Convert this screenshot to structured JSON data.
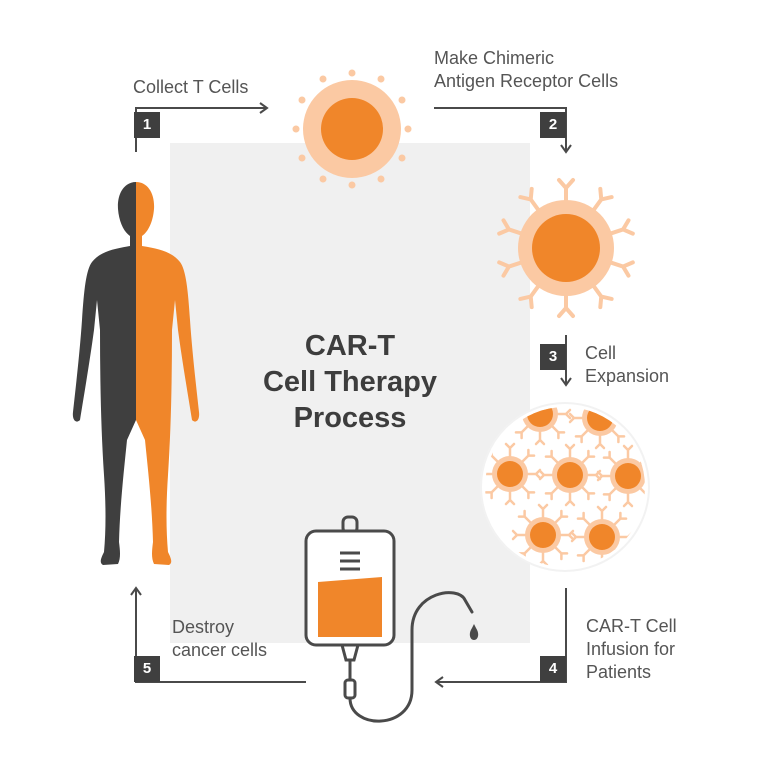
{
  "title": {
    "line1": "CAR-T",
    "line2": "Cell Therapy",
    "line3": "Process"
  },
  "steps": [
    {
      "number": "1",
      "lines": [
        "Collect T Cells"
      ]
    },
    {
      "number": "2",
      "lines": [
        "Make Chimeric",
        "Antigen Receptor Cells"
      ]
    },
    {
      "number": "3",
      "lines": [
        "Cell",
        "Expansion"
      ]
    },
    {
      "number": "4",
      "lines": [
        "CAR-T Cell",
        "Infusion for",
        "Patients"
      ]
    },
    {
      "number": "5",
      "lines": [
        "Destroy",
        "cancer cells"
      ]
    }
  ],
  "colors": {
    "orange": "#f0862a",
    "light_orange": "#fbc9a3",
    "dark_gray": "#3f3f3f",
    "panel_gray": "#f0f0f0",
    "text": "#555555"
  },
  "icons": [
    "human-figure-icon",
    "t-cell-icon",
    "car-t-cell-icon",
    "cell-culture-dish-icon",
    "iv-bag-icon"
  ]
}
